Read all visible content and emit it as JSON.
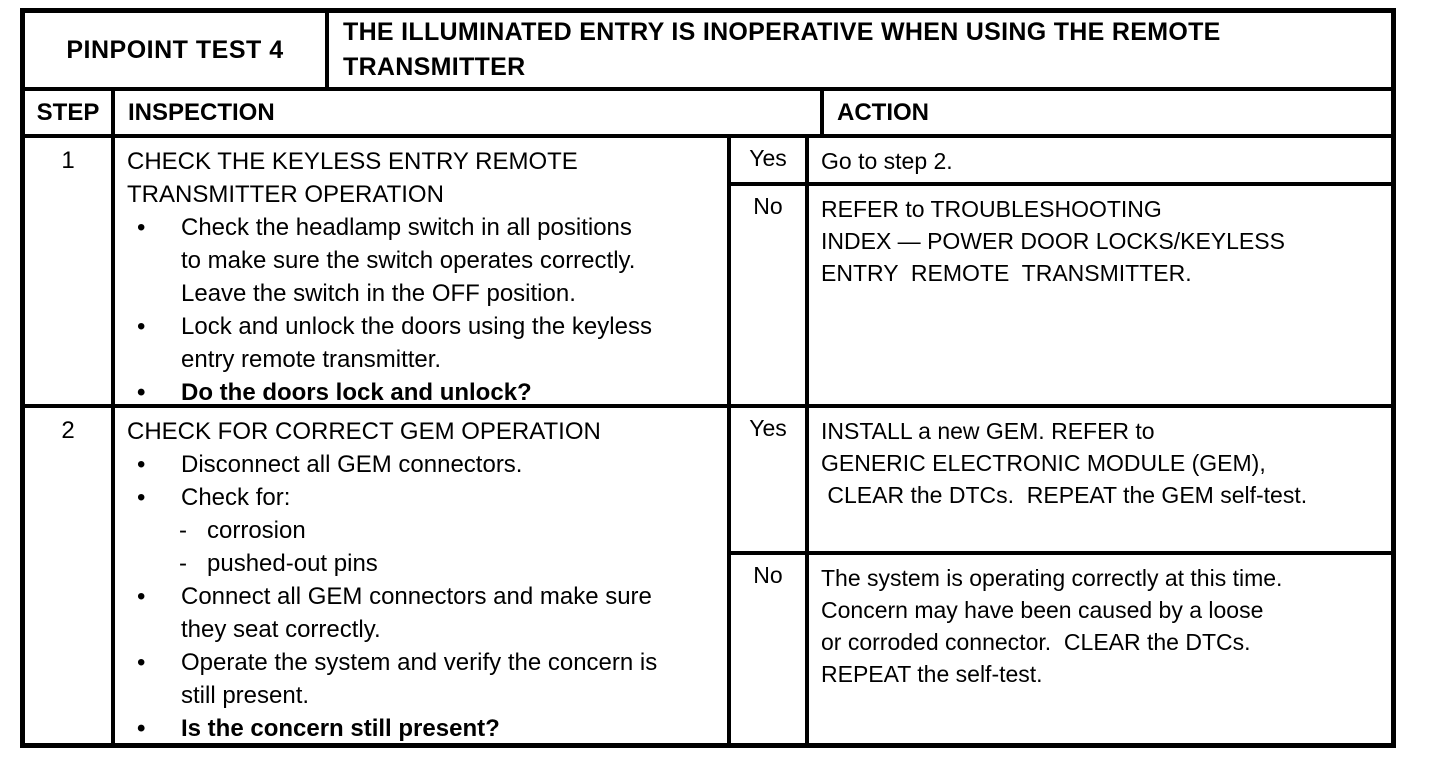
{
  "table": {
    "title_label": "PINPOINT TEST 4",
    "title_text": "THE ILLUMINATED ENTRY IS INOPERATIVE WHEN USING THE REMOTE\nTRANSMITTER",
    "columns": {
      "step": "STEP",
      "inspection": "INSPECTION",
      "action": "ACTION"
    },
    "labels": {
      "yes": "Yes",
      "no": "No"
    },
    "steps": [
      {
        "number": "1",
        "heading": "CHECK THE KEYLESS ENTRY REMOTE\nTRANSMITTER OPERATION",
        "items": [
          {
            "style": "bullet",
            "marker": "•",
            "text": "Check the headlamp switch in all positions\nto make sure the switch operates correctly.\nLeave the switch in the OFF position."
          },
          {
            "style": "bullet",
            "marker": "•",
            "text": "Lock and unlock the doors using the keyless\nentry remote transmitter."
          },
          {
            "style": "bullet-q",
            "marker": "•",
            "text": "Do the doors lock and unlock?"
          }
        ],
        "yes_action": "Go to step 2.",
        "no_action": "REFER to TROUBLESHOOTING\nINDEX — POWER DOOR LOCKS/KEYLESS\nENTRY  REMOTE  TRANSMITTER."
      },
      {
        "number": "2",
        "heading": "CHECK FOR CORRECT GEM OPERATION",
        "items": [
          {
            "style": "bullet",
            "marker": "•",
            "text": "Disconnect all GEM connectors."
          },
          {
            "style": "bullet",
            "marker": "•",
            "text": "Check for:"
          },
          {
            "style": "dash",
            "marker": "-",
            "text": "corrosion"
          },
          {
            "style": "dash",
            "marker": "-",
            "text": "pushed-out pins"
          },
          {
            "style": "bullet",
            "marker": "•",
            "text": "Connect all GEM connectors and make sure\nthey seat correctly."
          },
          {
            "style": "bullet",
            "marker": "•",
            "text": "Operate the system and verify the concern is\nstill present."
          },
          {
            "style": "bullet-q",
            "marker": "•",
            "text": "Is the concern still present?"
          }
        ],
        "yes_action": "INSTALL a new GEM. REFER to\nGENERIC ELECTRONIC MODULE (GEM),\n CLEAR the DTCs.  REPEAT the GEM self-test.",
        "no_action": "The system is operating correctly at this time.\nConcern may have been caused by a loose\nor corroded connector.  CLEAR the DTCs.\nREPEAT the self-test."
      }
    ]
  }
}
